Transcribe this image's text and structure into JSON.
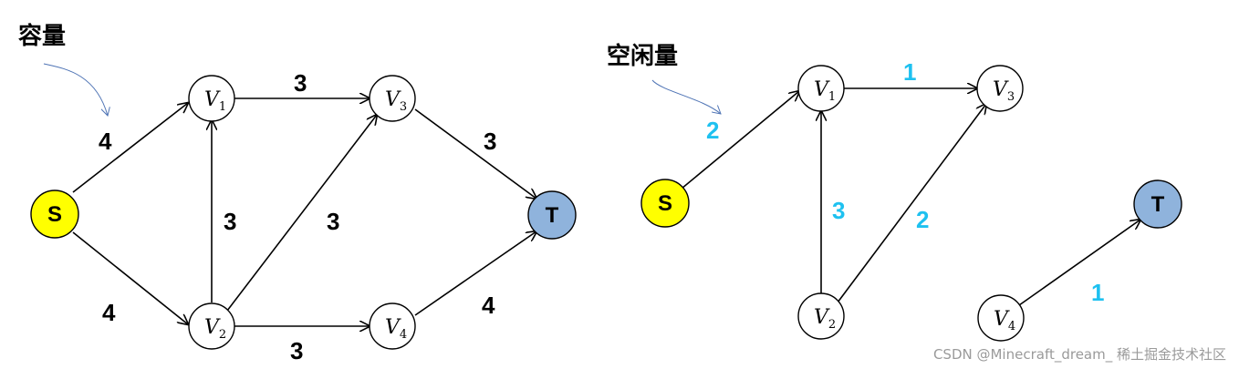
{
  "colors": {
    "source": "#ffff00",
    "sink": "#8fb3dc",
    "free_label": "#1ec1f0",
    "pointer": "#4f74b5"
  },
  "left": {
    "title": "容量",
    "nodes": {
      "S": {
        "label": "S"
      },
      "V1": {
        "label": "V",
        "sub": "1"
      },
      "V2": {
        "label": "V",
        "sub": "2"
      },
      "V3": {
        "label": "V",
        "sub": "3"
      },
      "V4": {
        "label": "V",
        "sub": "4"
      },
      "T": {
        "label": "T"
      }
    },
    "edges": {
      "S_V1": "4",
      "S_V2": "4",
      "V1_V3": "3",
      "V2_V1": "3",
      "V2_V3": "3",
      "V2_V4": "3",
      "V3_T": "3",
      "V4_T": "4"
    }
  },
  "right": {
    "title": "空闲量",
    "nodes": {
      "S": {
        "label": "S"
      },
      "V1": {
        "label": "V",
        "sub": "1"
      },
      "V2": {
        "label": "V",
        "sub": "2"
      },
      "V3": {
        "label": "V",
        "sub": "3"
      },
      "V4": {
        "label": "V",
        "sub": "4"
      },
      "T": {
        "label": "T"
      }
    },
    "edges": {
      "S_V1": "2",
      "V1_V3": "1",
      "V2_V1": "3",
      "V2_V3": "2",
      "V4_T": "1"
    }
  },
  "watermark": "CSDN @Minecraft_dream_ 稀土掘金技术社区"
}
